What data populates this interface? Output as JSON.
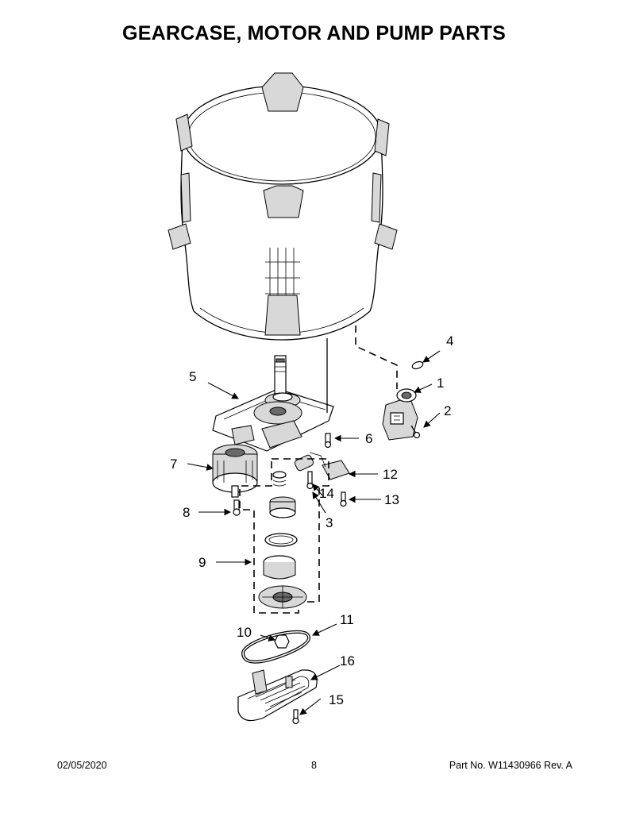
{
  "title": "GEARCASE, MOTOR AND PUMP PARTS",
  "callouts": [
    "1",
    "2",
    "3",
    "4",
    "5",
    "6",
    "7",
    "8",
    "9",
    "10",
    "11",
    "12",
    "13",
    "14",
    "15",
    "16"
  ],
  "footer": {
    "date": "02/05/2020",
    "page": "8",
    "part_no": "Part No. W11430966 Rev. A"
  }
}
